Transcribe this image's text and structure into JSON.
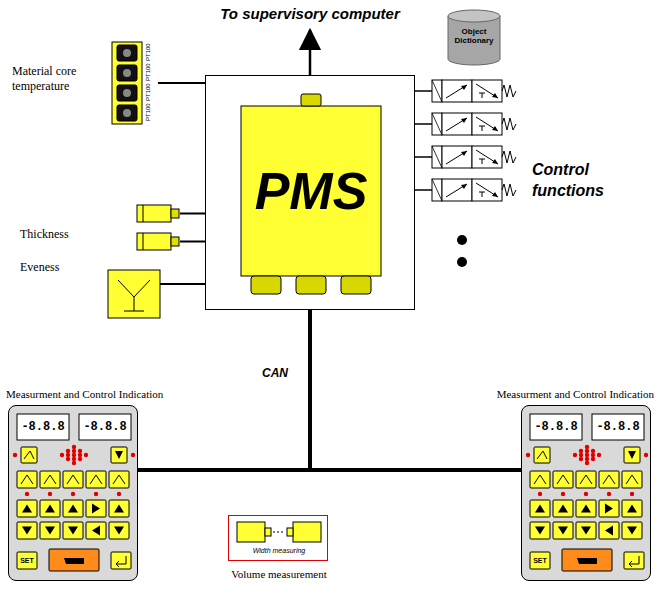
{
  "diagram": {
    "nodes": [
      {
        "text": [
          "Object Dictionary"
        ]
      },
      {
        "text": [
          "PMS"
        ]
      },
      {
        "text": [
          "Material core temperature",
          "PT100",
          "PT100",
          "PT100",
          "PT100"
        ]
      },
      {
        "text": [
          "Thickness"
        ]
      },
      {
        "text": [
          "Eveness"
        ]
      },
      {
        "text": [
          "Measurment and Control Indication",
          "-8.8.8",
          "-8.8.8",
          "SET"
        ]
      },
      {
        "text": [
          "Measurment and Control Indication",
          "-8.8.8",
          "-8.8.8",
          "SET"
        ]
      },
      {
        "text": [
          "Width measuring",
          "Volume measurement"
        ]
      }
    ],
    "edges": [
      {
        "from": 2,
        "to": 1,
        "arrow": "none"
      },
      {
        "from": 3,
        "to": 1,
        "arrow": "none"
      },
      {
        "from": 4,
        "to": 1,
        "arrow": "none"
      },
      {
        "from": 1,
        "to": 5,
        "arrow": "none",
        "label": "CAN"
      },
      {
        "from": 1,
        "to": 6,
        "arrow": "none"
      }
    ],
    "labels": [
      "To supervisory computer",
      "Control functions"
    ]
  }
}
